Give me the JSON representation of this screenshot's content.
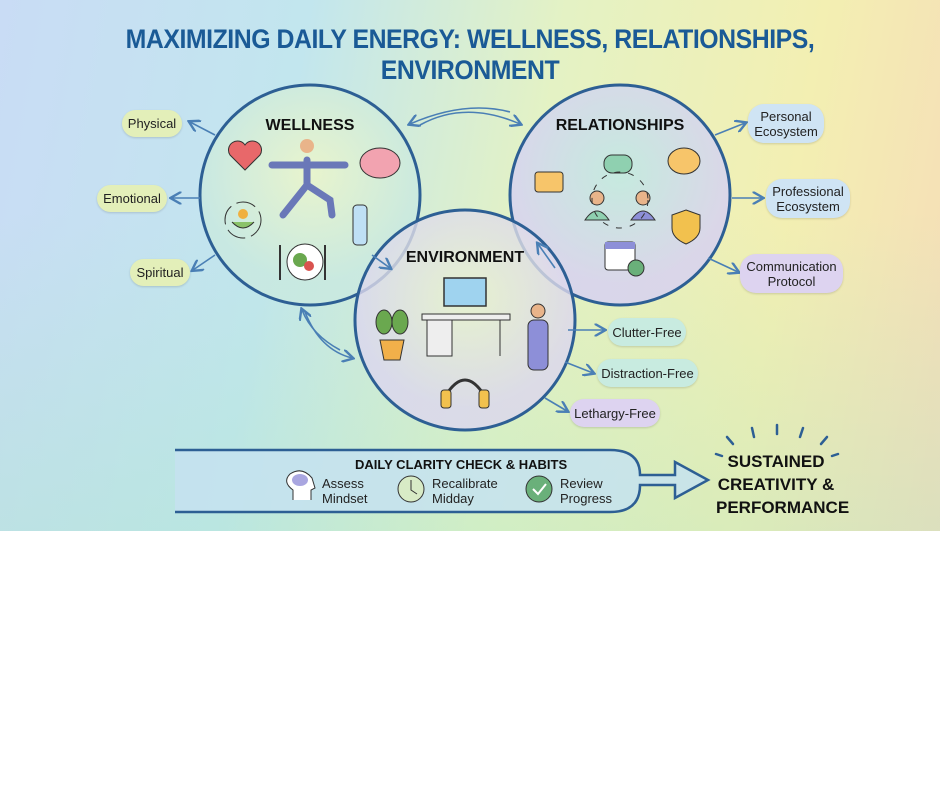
{
  "title": "MAXIMIZING DAILY ENERGY: WELLNESS, RELATIONSHIPS, ENVIRONMENT",
  "circles": {
    "wellness": {
      "label": "WELLNESS",
      "items": [
        "Physical",
        "Emotional",
        "Spiritual"
      ]
    },
    "relationships": {
      "label": "RELATIONSHIPS",
      "items": [
        "Personal Ecosystem",
        "Professional Ecosystem",
        "Communication Protocol"
      ]
    },
    "environment": {
      "label": "ENVIRONMENT",
      "items": [
        "Clutter-Free",
        "Distraction-Free",
        "Lethargy-Free"
      ]
    }
  },
  "habits": {
    "title": "DAILY CLARITY CHECK & HABITS",
    "steps": [
      {
        "line1": "Assess",
        "line2": "Mindset",
        "icon": "head-icon"
      },
      {
        "line1": "Recalibrate",
        "line2": "Midday",
        "icon": "clock-icon"
      },
      {
        "line1": "Review",
        "line2": "Progress",
        "icon": "check-icon"
      }
    ]
  },
  "result": {
    "line1": "SUSTAINED",
    "line2": "CREATIVITY &",
    "line3": "PERFORMANCE"
  },
  "colors": {
    "title": "#1a5a96",
    "circle_stroke": "#2d5f94",
    "arrow": "#4a7fb5"
  }
}
